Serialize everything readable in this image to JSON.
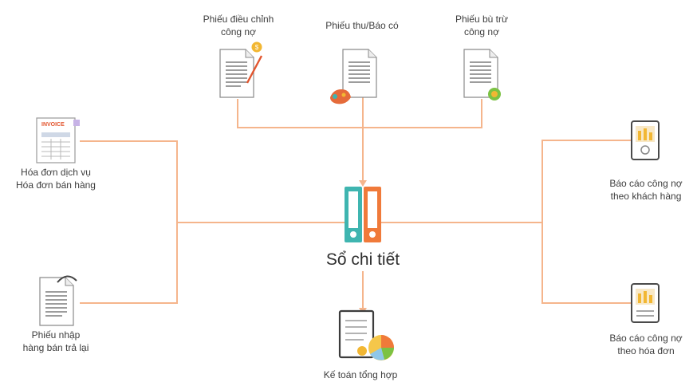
{
  "nodes": {
    "adjust": {
      "line1": "Phiếu điều chỉnh",
      "line2": "công nợ"
    },
    "receipt": {
      "line1": "Phiếu thu/Báo có"
    },
    "offset": {
      "line1": "Phiếu bù trừ",
      "line2": "công nợ"
    },
    "invoices": {
      "line1": "Hóa đơn dịch vụ",
      "line2": "Hóa đơn bán hàng"
    },
    "returns": {
      "line1": "Phiếu nhập",
      "line2": "hàng bán trả lại"
    },
    "ledger": {
      "line1": "Sổ chi tiết"
    },
    "general": {
      "line1": "Kế toán tổng hợp"
    },
    "report_customer": {
      "line1": "Báo cáo công nợ",
      "line2": "theo khách hàng"
    },
    "report_invoice": {
      "line1": "Báo cáo công nợ",
      "line2": "theo hóa đơn"
    }
  },
  "invoice_icon_text": "INVOICE",
  "colors": {
    "connector": "#f5b58c",
    "binder_teal": "#3fb5b0",
    "binder_orange": "#f07a3a",
    "doc_border": "#8a8a8a",
    "accent_yellow": "#f2b733",
    "accent_green": "#7cc243"
  }
}
